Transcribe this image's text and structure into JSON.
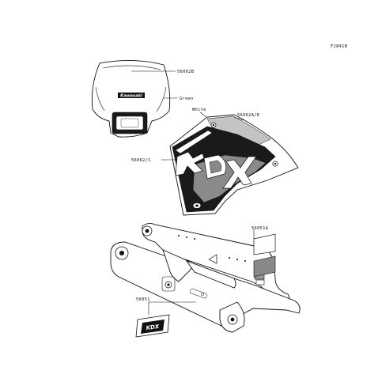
{
  "figure": {
    "id": "F2841B"
  },
  "labels": {
    "headlight_decal": "56062B",
    "headlight_color": "Green",
    "shroud_color": "White",
    "shroud_decal_right": "56062A/D",
    "shroud_decal_left": "56062/C",
    "swingarm_decal_a": "56051A",
    "swingarm_decal": "56051"
  },
  "marks": {
    "headlight_brand": "Kawasaki",
    "shroud_graphic": "KDX",
    "swingarm_graphic": "KDX"
  }
}
